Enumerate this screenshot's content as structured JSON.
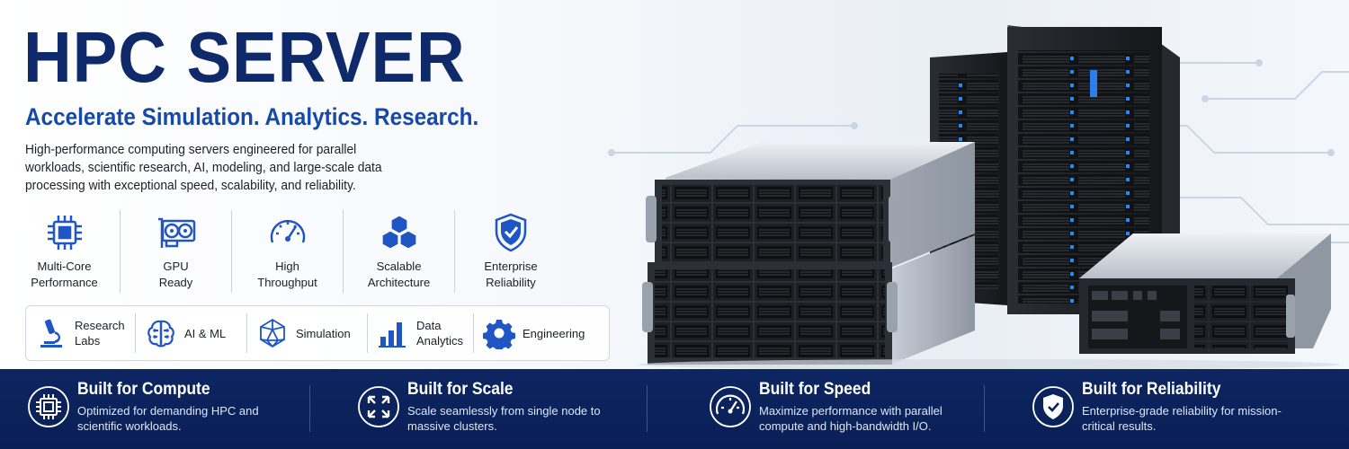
{
  "hero": {
    "title": "HPC SERVER",
    "subtitle": "Accelerate Simulation. Analytics. Research.",
    "description": "High-performance computing servers engineered for parallel workloads, scientific research, AI, modeling, and large-scale data processing with exceptional speed, scalability, and reliability."
  },
  "features": [
    {
      "icon": "cpu-chip-icon",
      "line1": "Multi-Core",
      "line2": "Performance"
    },
    {
      "icon": "gpu-card-icon",
      "line1": "GPU",
      "line2": "Ready"
    },
    {
      "icon": "speedometer-icon",
      "line1": "High",
      "line2": "Throughput"
    },
    {
      "icon": "stacked-cubes-icon",
      "line1": "Scalable",
      "line2": "Architecture"
    },
    {
      "icon": "shield-check-icon",
      "line1": "Enterprise",
      "line2": "Reliability"
    }
  ],
  "applications": [
    {
      "icon": "microscope-icon",
      "line1": "Research",
      "line2": "Labs"
    },
    {
      "icon": "brain-icon",
      "line1": "AI & ML",
      "line2": ""
    },
    {
      "icon": "polyhedron-icon",
      "line1": "Simulation",
      "line2": ""
    },
    {
      "icon": "bar-chart-icon",
      "line1": "Data",
      "line2": "Analytics"
    },
    {
      "icon": "gear-icon",
      "line1": "Engineering",
      "line2": ""
    }
  ],
  "bottom": [
    {
      "icon": "cpu-chip-icon",
      "title": "Built for Compute",
      "desc": "Optimized for demanding HPC and scientific workloads."
    },
    {
      "icon": "expand-arrows-icon",
      "title": "Built for Scale",
      "desc": "Scale seamlessly from single node to massive clusters."
    },
    {
      "icon": "speedometer-icon",
      "title": "Built for Speed",
      "desc": "Maximize performance with parallel compute and high-bandwidth I/O."
    },
    {
      "icon": "shield-check-icon",
      "title": "Built for Reliability",
      "desc": "Enterprise-grade reliability for mission-critical results."
    }
  ],
  "colors": {
    "title": "#0f2a6b",
    "subtitle": "#1749a8",
    "icon_blue": "#1f56c4",
    "bottom_bar": "#0b2159"
  }
}
